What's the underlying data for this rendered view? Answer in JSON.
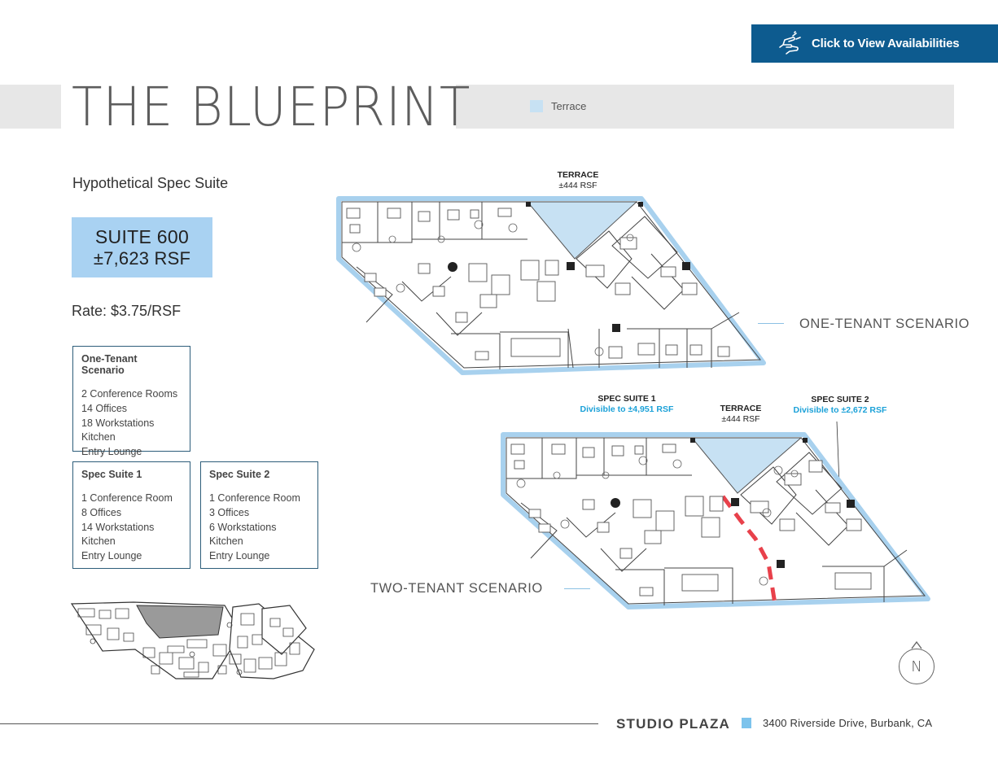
{
  "cta": {
    "label": "Click to View Availabilities",
    "icon": "hand-pointer-icon"
  },
  "header": {
    "title": "THE BLUEPRINT",
    "legend": {
      "label": "Terrace",
      "color": "#c7e1f3"
    }
  },
  "sidebar": {
    "subheading": "Hypothetical Spec Suite",
    "suite": {
      "name": "SUITE 600",
      "size": "±7,623 RSF"
    },
    "rate": "Rate: $3.75/RSF",
    "one_tenant": {
      "title": "One-Tenant Scenario",
      "items": [
        "2 Conference Rooms",
        "14 Offices",
        "18 Workstations",
        "Kitchen",
        "Entry Lounge"
      ]
    },
    "spec1": {
      "title": "Spec Suite 1",
      "items": [
        "1 Conference Room",
        "8 Offices",
        "14 Workstations",
        "Kitchen",
        "Entry Lounge"
      ]
    },
    "spec2": {
      "title": "Spec Suite 2",
      "items": [
        "1 Conference Room",
        "3 Offices",
        "6 Workstations",
        "Kitchen",
        "Entry Lounge"
      ]
    }
  },
  "plans": {
    "one_tenant": {
      "label": "ONE-TENANT SCENARIO",
      "terrace": {
        "name": "TERRACE",
        "size": "±444 RSF"
      }
    },
    "two_tenant": {
      "label": "TWO-TENANT SCENARIO",
      "terrace": {
        "name": "TERRACE",
        "size": "±444 RSF"
      },
      "spec1": {
        "name": "SPEC SUITE 1",
        "note": "Divisible to ±4,951 RSF"
      },
      "spec2": {
        "name": "SPEC SUITE 2",
        "note": "Divisible to ±2,672 RSF"
      }
    }
  },
  "compass": {
    "label": "N"
  },
  "footer": {
    "building": "STUDIO PLAZA",
    "address": "3400 Riverside Drive, Burbank, CA",
    "accent": "#7cc3ec"
  },
  "colors": {
    "brand": "#0d5b8f",
    "terrace": "#c7e1f3",
    "suite_box": "#a9d2f2",
    "divider": "#e8414b"
  }
}
